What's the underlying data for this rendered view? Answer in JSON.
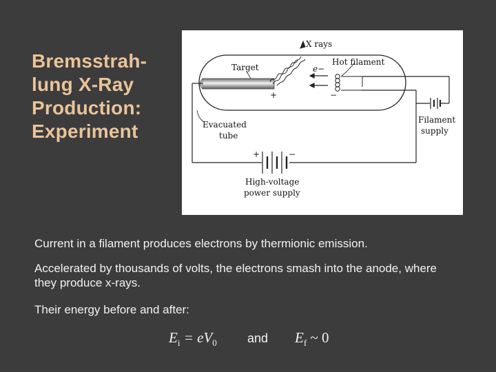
{
  "slide": {
    "title_lines": [
      "Bremsstrah-",
      "lung X-Ray",
      "Production:",
      "Experiment"
    ],
    "paragraphs": [
      "Current in a filament produces electrons by thermionic emission.",
      "Accelerated by thousands of volts, the electrons smash into the anode, where they produce x-rays.",
      "Their energy before and after:"
    ],
    "equation_left": {
      "symbol": "E",
      "sub": "i",
      "rhs": "= eV",
      "rhs_sub": "0"
    },
    "equation_and": "and",
    "equation_right": {
      "symbol": "E",
      "sub": "f",
      "rhs": "~ 0"
    }
  },
  "diagram": {
    "labels": {
      "x_rays": "X rays",
      "hot_filament": "Hot filament",
      "target": "Target",
      "electron": "e−",
      "plus": "+",
      "minus": "−",
      "evacuated": "Evacuated",
      "tube": "tube",
      "filament": "Filament",
      "supply": "supply",
      "high_voltage": "High-voltage",
      "power_supply": "power supply"
    }
  },
  "colors": {
    "background": "#3c3c3c",
    "title": "#e9c49a",
    "text": "#f2f2f2",
    "figure_bg": "#ffffff"
  }
}
